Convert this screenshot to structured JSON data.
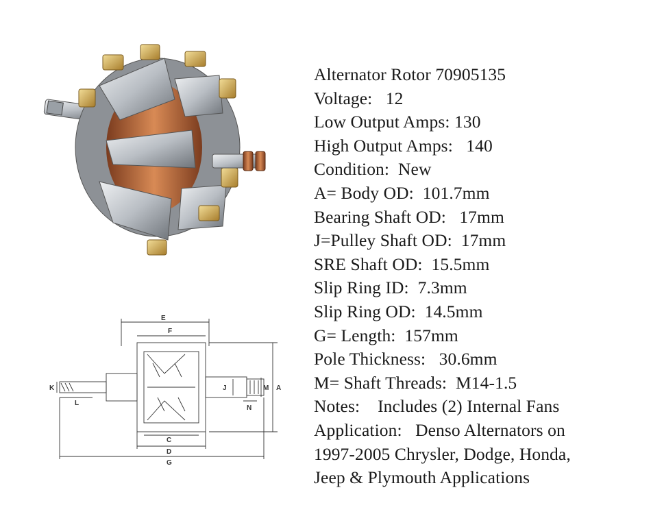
{
  "product_photo": {
    "alt": "Alternator rotor",
    "colors": {
      "steel": "#c9ccd0",
      "copper": "#b0623a",
      "brass": "#c9a24a"
    }
  },
  "diagram": {
    "labels": {
      "E": "E",
      "F": "F",
      "K": "K",
      "L": "L",
      "J": "J",
      "M": "M",
      "A": "A",
      "N": "N",
      "C": "C",
      "D": "D",
      "G": "G"
    }
  },
  "specs": [
    {
      "text": "Alternator Rotor 70905135"
    },
    {
      "text": "Voltage:   12"
    },
    {
      "text": "Low Output Amps: 130"
    },
    {
      "text": "High Output Amps:   140"
    },
    {
      "text": "Condition:  New"
    },
    {
      "text": "A= Body OD:  101.7mm"
    },
    {
      "text": "Bearing Shaft OD:   17mm"
    },
    {
      "text": "J=Pulley Shaft OD:  17mm"
    },
    {
      "text": "SRE Shaft OD:  15.5mm"
    },
    {
      "text": "Slip Ring ID:  7.3mm"
    },
    {
      "text": "Slip Ring OD:  14.5mm"
    },
    {
      "text": "G= Length:  157mm"
    },
    {
      "text": "Pole Thickness:   30.6mm"
    },
    {
      "text": "M= Shaft Threads:  M14-1.5"
    },
    {
      "text": "Notes:    Includes (2) Internal Fans"
    },
    {
      "text": "Application:   Denso Alternators on"
    },
    {
      "text": "1997-2005 Chrysler, Dodge, Honda,"
    },
    {
      "text": "Jeep & Plymouth Applications"
    }
  ]
}
